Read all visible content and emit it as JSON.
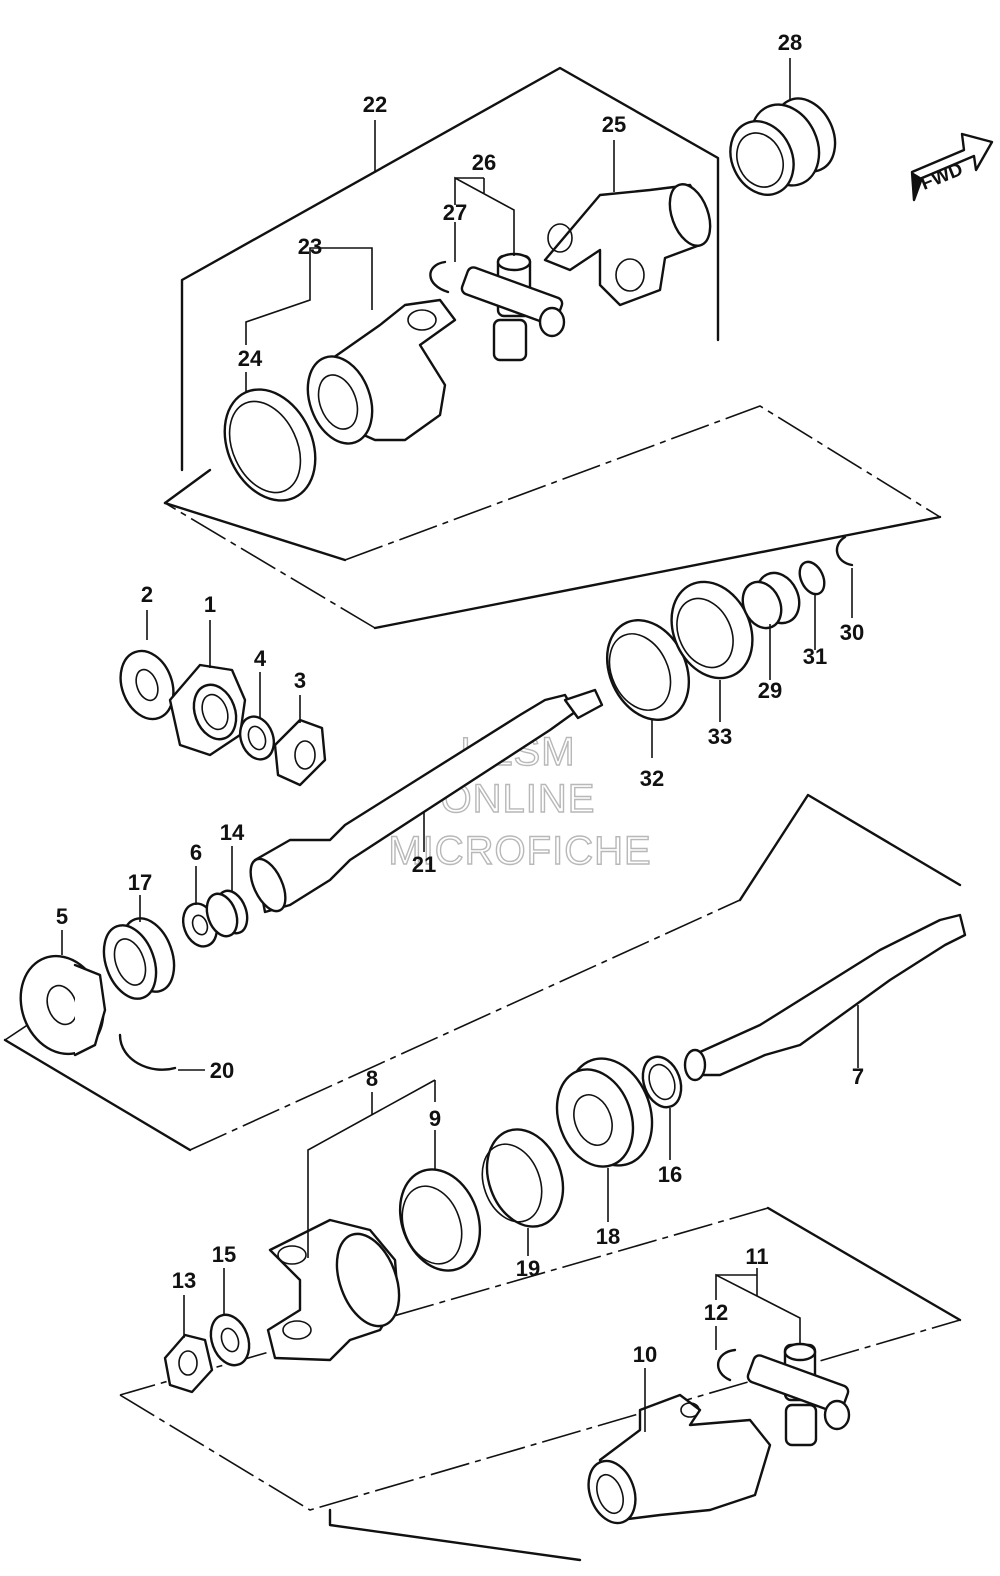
{
  "diagram": {
    "direction_label": "FWD",
    "watermark": [
      "HLSM",
      "ONLINE",
      "MICROFICHE"
    ],
    "part_numbers": {
      "p1": "1",
      "p2": "2",
      "p3": "3",
      "p4": "4",
      "p5": "5",
      "p6": "6",
      "p7": "7",
      "p8": "8",
      "p9": "9",
      "p10": "10",
      "p11": "11",
      "p12": "12",
      "p13": "13",
      "p14": "14",
      "p15": "15",
      "p16": "16",
      "p17": "17",
      "p18": "18",
      "p19": "19",
      "p20": "20",
      "p21": "21",
      "p22": "22",
      "p23": "23",
      "p24": "24",
      "p25": "25",
      "p26": "26",
      "p27": "27",
      "p28": "28",
      "p29": "29",
      "p30": "30",
      "p31": "31",
      "p32": "32",
      "p33": "33"
    },
    "colors": {
      "line": "#111111",
      "watermark": "#b8b8b8",
      "background": "#ffffff"
    }
  }
}
